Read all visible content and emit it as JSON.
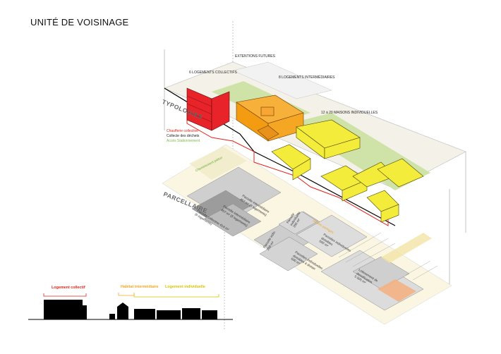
{
  "title": "UNITÉ DE VOISINAGE",
  "colors": {
    "collective": "#e8242a",
    "intermediate": "#f5a623",
    "individual": "#f3ec3a",
    "green": "#b9d98a",
    "ground": "#f9f3d9"
  },
  "annotations": {
    "extensions": "EXTENTIONS FUTURES",
    "collectifs": "6 LOGEMENTS COLLECTIFS",
    "intermediaires": "8 LOGEMENTS INTERMÉDIAIRES",
    "individuelles": "12 à 20 MAISONS INDIVIDUELLES",
    "chaufferie": "Chaufferie collective",
    "collecte": "Collecte des déchets",
    "acces": "Accès Stationnement"
  },
  "layers": {
    "typologies": "TYPOLOGIES",
    "parcellaire": "PARCELLAIRE"
  },
  "parcel_labels": {
    "cheminement": "Cheminement piéton",
    "jardins": "Jardins partagés",
    "parcelle_inter1": "Parcelle intermédiaire\n457 m² (8 logements)",
    "parcelle_inter2": "Parcelle intermédiaire\n457 m² (8 logements)",
    "parcelle_coll": "Parcelle collective 414 m²\n(6 logements)",
    "parcelle_ind1": "Parcelle\nindividuelle\n250 m²",
    "parcelle_ind2": "Parcelles individuelles\ndivisibles\n600 m²",
    "parcelle_ind3": "Parcelle indiv.\n250 m²",
    "parcelle_ind4": "Parcelles individuelles\ndivisibles à diviser\n600 m²",
    "lotissement": "Lotissement de\ndensification\n5 800 m²"
  },
  "legend": {
    "collectif": "Logement collectif",
    "intermediaire": "Habitat intermédiaire",
    "individuelle": "Logement individuelle"
  }
}
